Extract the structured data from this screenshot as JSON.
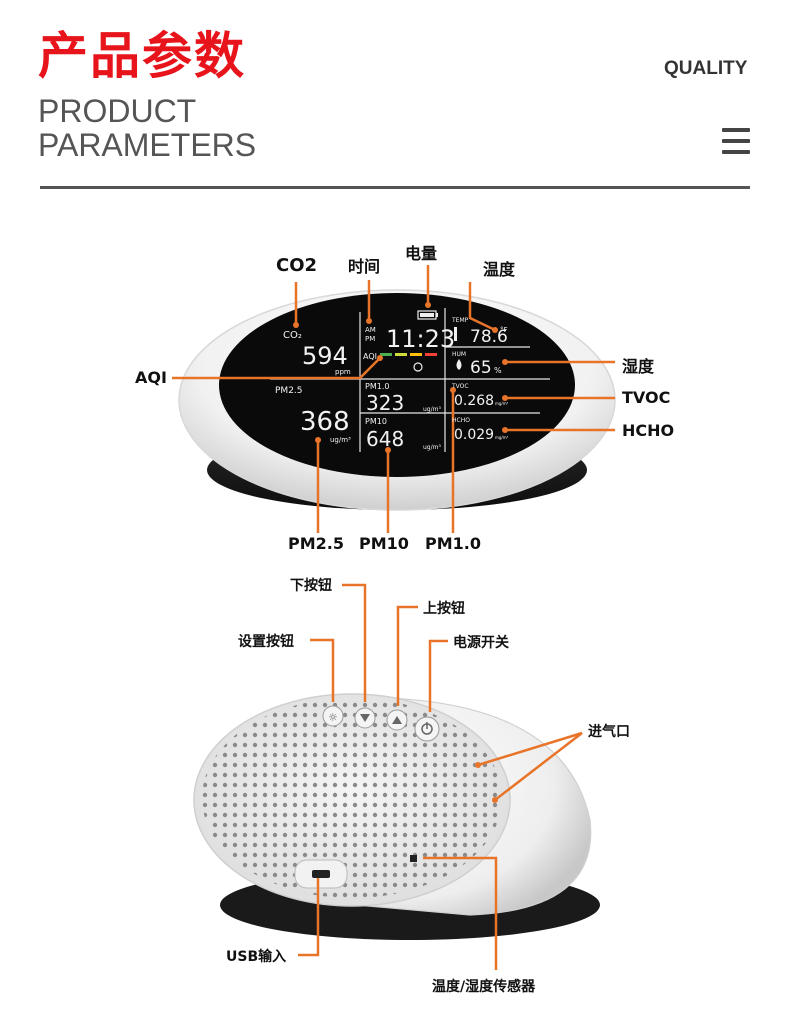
{
  "header": {
    "title_cn": "产品参数",
    "title_en_line1": "PRODUCT",
    "title_en_line2": "PARAMETERS",
    "quality": "QUALITY"
  },
  "front_labels": {
    "co2": "CO2",
    "time": "时间",
    "battery": "电量",
    "temperature": "温度",
    "humidity": "湿度",
    "aqi": "AQI",
    "tvoc": "TVOC",
    "hcho": "HCHO",
    "pm25": "PM2.5",
    "pm10": "PM10",
    "pm10_alt": "PM1.0"
  },
  "screen": {
    "co2_label": "CO₂",
    "co2_value": "594",
    "co2_unit": "ppm",
    "am": "AM",
    "pm": "PM",
    "time": "11:23",
    "aqi_label": "AQI",
    "temp_label": "TEMP",
    "temp_value": "78.6",
    "temp_unit": "°F",
    "hum_label": "HUM",
    "hum_value": "65",
    "hum_unit": "%",
    "pm25_label": "PM2.5",
    "pm25_value": "368",
    "pm25_unit": "ug/m³",
    "pm1_label": "PM1.0",
    "pm1_value": "323",
    "pm1_unit": "ug/m³",
    "pm10_label": "PM10",
    "pm10_value": "648",
    "pm10_unit": "ug/m³",
    "tvoc_label": "TVOC",
    "tvoc_value": "0.268",
    "tvoc_unit": "mg/m³",
    "hcho_label": "HCHO",
    "hcho_value": "0.029",
    "hcho_unit": "mg/m³"
  },
  "back_labels": {
    "down_button": "下按钮",
    "up_button": "上按钮",
    "settings_button": "设置按钮",
    "power_switch": "电源开关",
    "air_inlet": "进气口",
    "usb_input": "USB输入",
    "sensor": "温度/湿度传感器"
  },
  "colors": {
    "title_red": "#e8141b",
    "callout_orange": "#e8742a"
  }
}
